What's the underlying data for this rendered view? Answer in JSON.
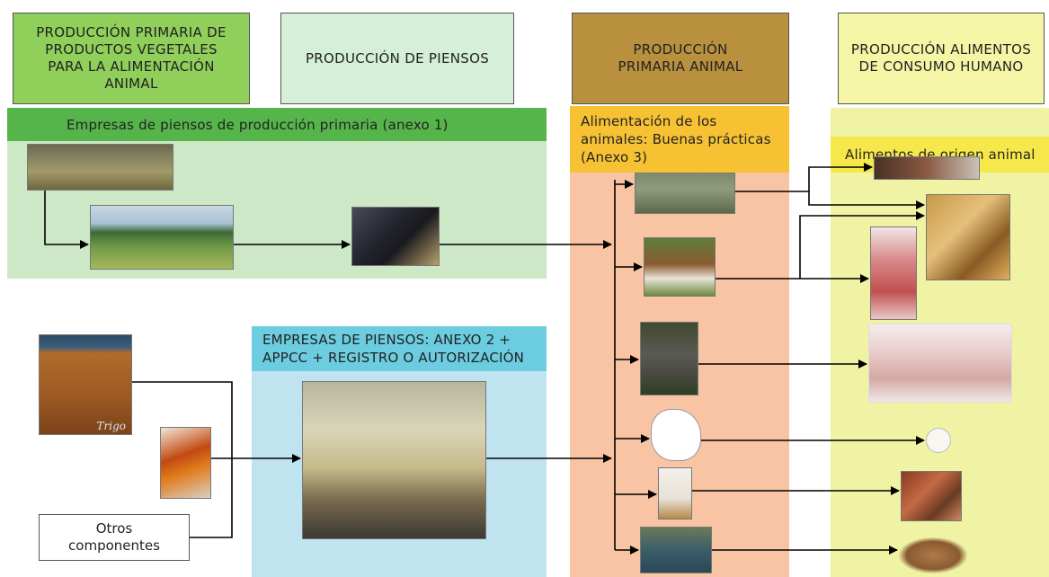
{
  "headers": {
    "primary_plant": "PRODUCCIÓN PRIMARIA DE PRODUCTOS VEGETALES PARA LA ALIMENTACIÓN ANIMAL",
    "feed_production": "PRODUCCIÓN DE PIENSOS",
    "primary_animal": "PRODUCCIÓN PRIMARIA ANIMAL",
    "human_food": "PRODUCCIÓN ALIMENTOS DE CONSUMO HUMANO"
  },
  "bands": {
    "primary_feed_companies": "Empresas de piensos de producción primaria (anexo 1)",
    "animal_feeding": "Alimentación de los animales: Buenas prácticas (Anexo 3)",
    "animal_origin_food": "Alimentos de origen animal",
    "feed_companies": "EMPRESAS DE PIENSOS: ANEXO 2 + APPCC + REGISTRO O AUTORIZACIÓN"
  },
  "inputs": {
    "wheat_caption": "Trigo",
    "other_components": "Otros componentes"
  },
  "colors": {
    "header_green_dark": "#8fcf5a",
    "header_green_light": "#d6efd8",
    "header_brown": "#b8903e",
    "header_yellow": "#f4f6a6",
    "band_green": "#55b54a",
    "panel_green": "#cde8c6",
    "band_orange": "#f6c233",
    "panel_orange": "#f8c4a4",
    "panel_yellow": "#f0f3a4",
    "band_cyan": "#6ccde0",
    "panel_cyan": "#bfe4ef"
  }
}
